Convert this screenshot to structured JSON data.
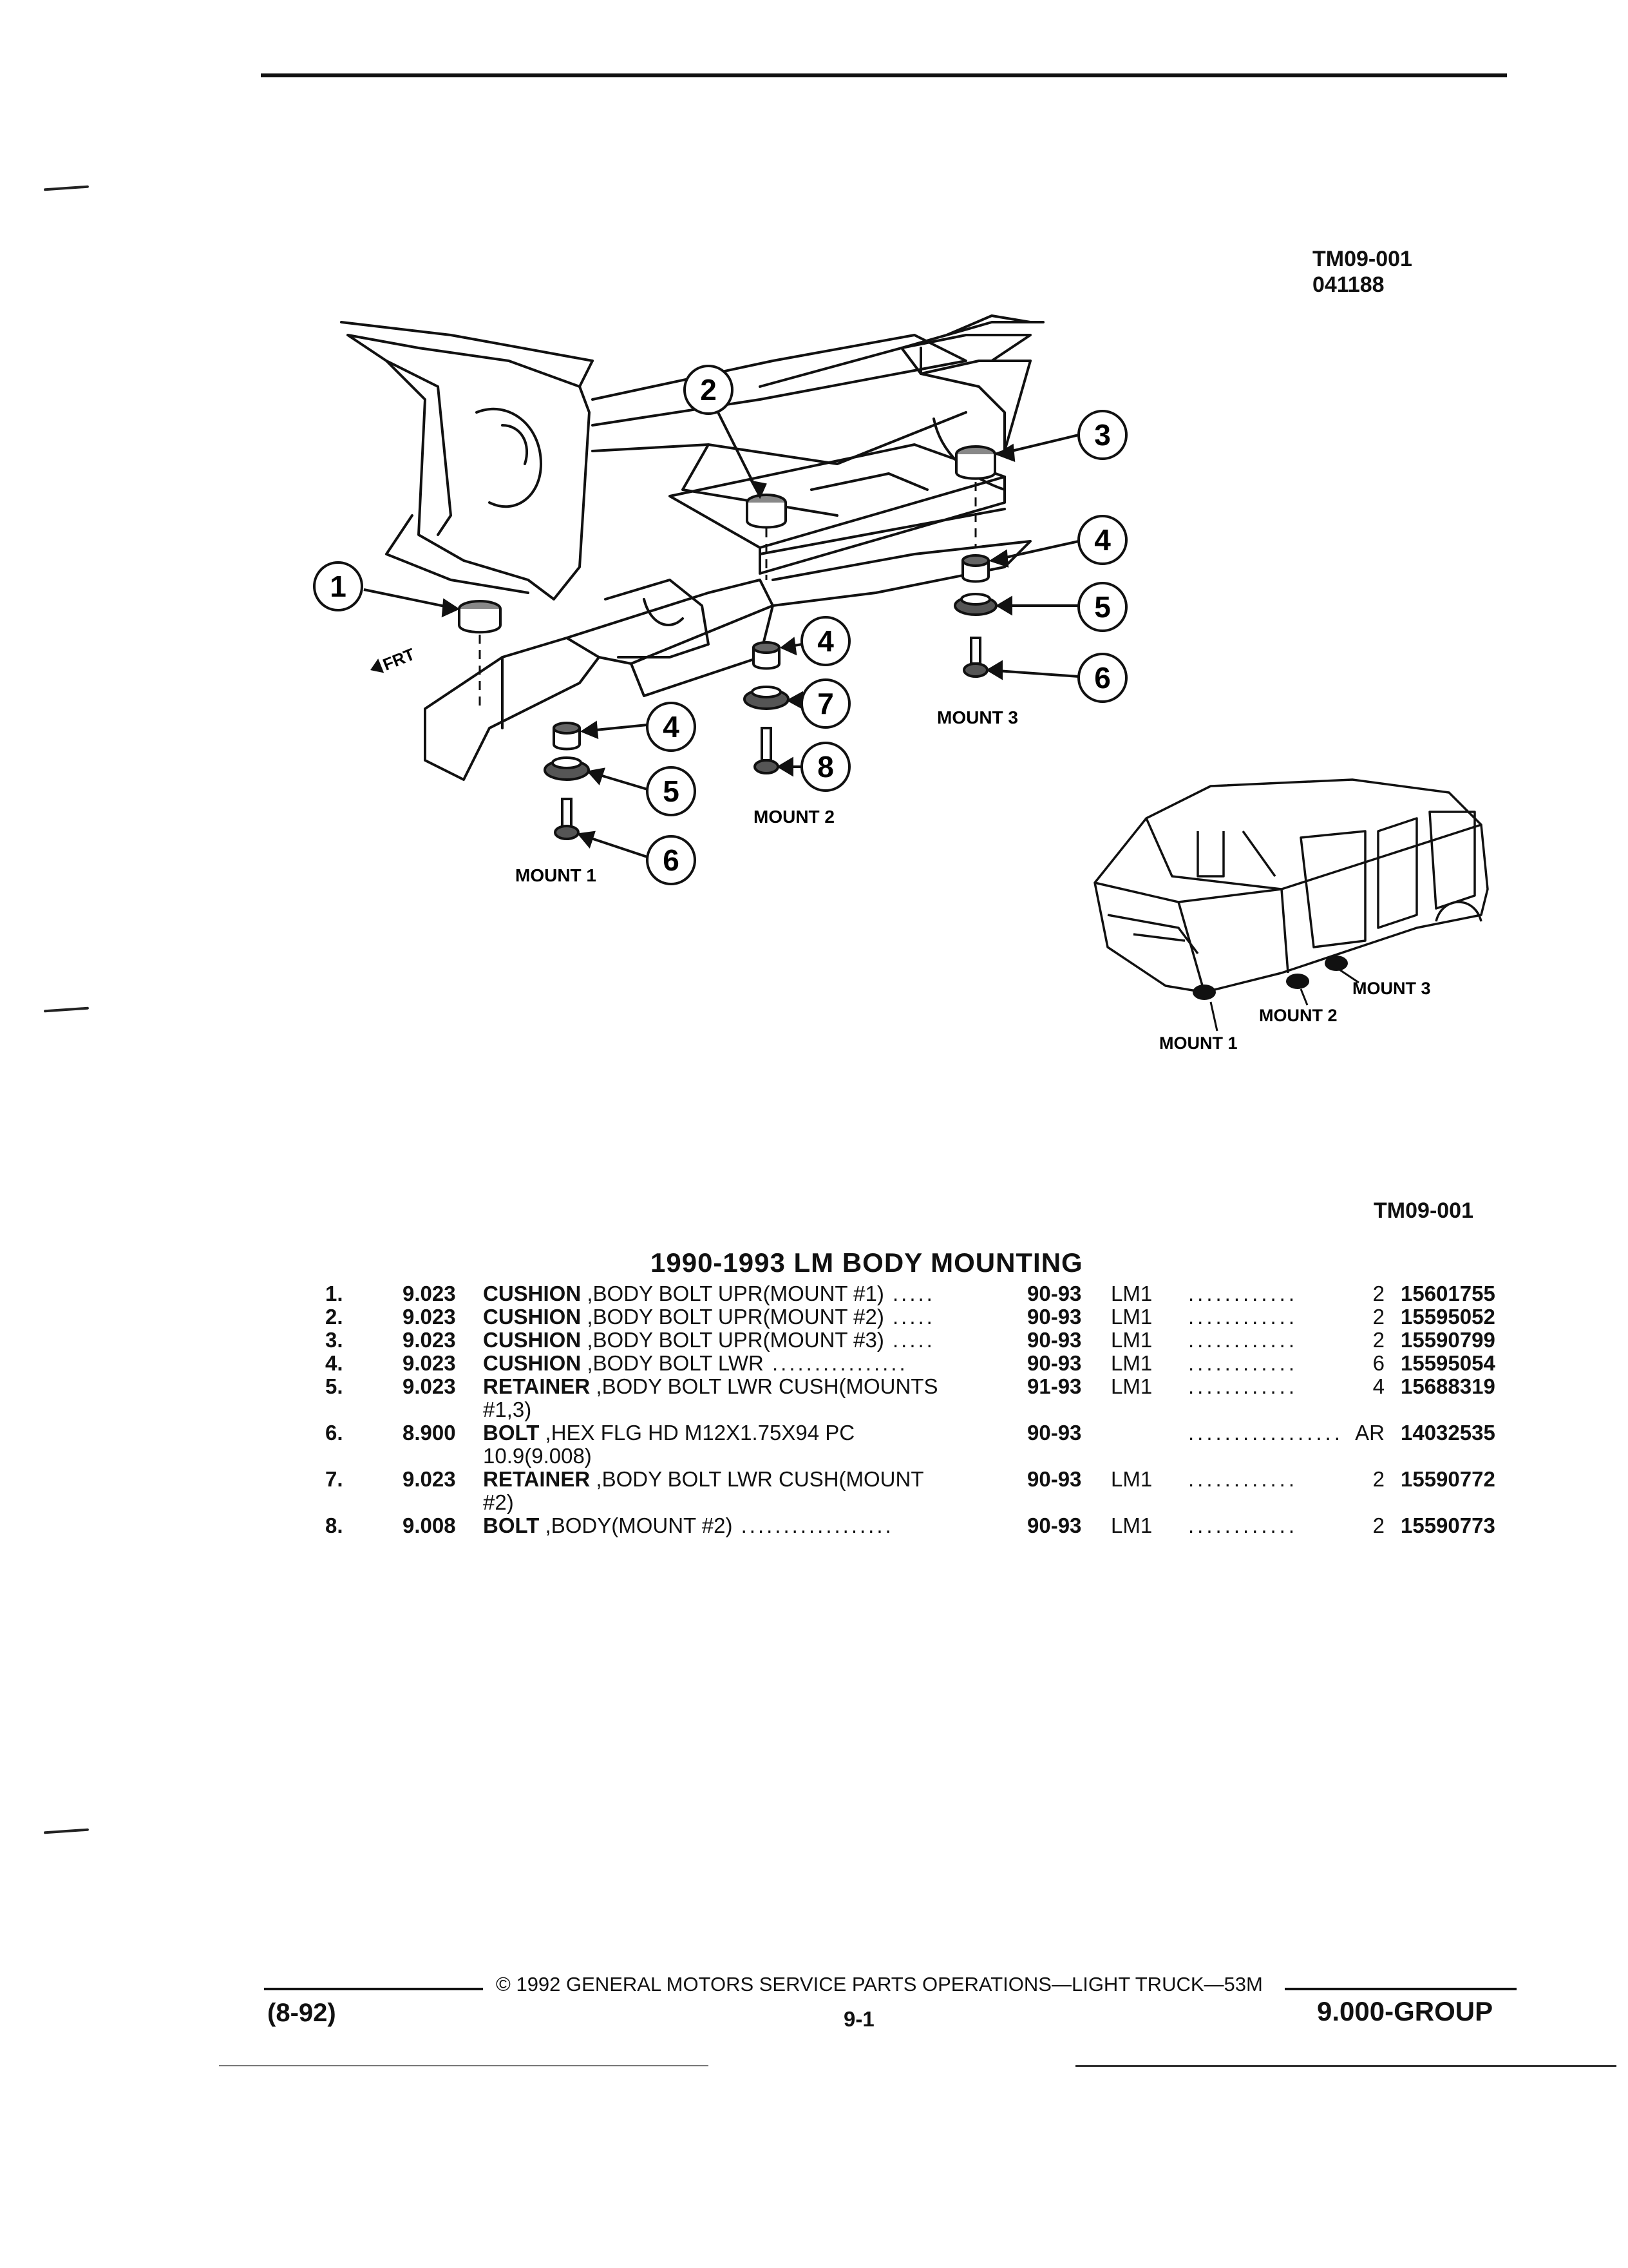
{
  "header": {
    "drawing_id": "TM09-001",
    "drawing_date": "041188",
    "drawing_id_bottom": "TM09-001"
  },
  "diagram": {
    "front_marker": "FRT",
    "mount_labels": [
      "MOUNT 1",
      "MOUNT 2",
      "MOUNT 3"
    ],
    "inset_mount_labels": [
      "MOUNT 1",
      "MOUNT 2",
      "MOUNT 3"
    ],
    "callouts": [
      "1",
      "2",
      "3",
      "4",
      "5",
      "6",
      "4",
      "7",
      "8",
      "4",
      "5",
      "6"
    ]
  },
  "section": {
    "title": "1990-1993 LM BODY MOUNTING"
  },
  "parts": [
    {
      "num": "1.",
      "code": "9.023",
      "name": "CUSHION",
      "desc": " ,BODY BOLT UPR(MOUNT #1)",
      "leader": " .....",
      "desc2": "",
      "years": "90-93",
      "model": "LM1",
      "dots": "............",
      "qty": "2",
      "part_no": "15601755"
    },
    {
      "num": "2.",
      "code": "9.023",
      "name": "CUSHION",
      "desc": " ,BODY BOLT UPR(MOUNT #2)",
      "leader": " .....",
      "desc2": "",
      "years": "90-93",
      "model": "LM1",
      "dots": "............",
      "qty": "2",
      "part_no": "15595052"
    },
    {
      "num": "3.",
      "code": "9.023",
      "name": "CUSHION",
      "desc": " ,BODY BOLT UPR(MOUNT #3)",
      "leader": " .....",
      "desc2": "",
      "years": "90-93",
      "model": "LM1",
      "dots": "............",
      "qty": "2",
      "part_no": "15590799"
    },
    {
      "num": "4.",
      "code": "9.023",
      "name": "CUSHION",
      "desc": " ,BODY BOLT LWR",
      "leader": " ................",
      "desc2": "",
      "years": "90-93",
      "model": "LM1",
      "dots": "............",
      "qty": "6",
      "part_no": "15595054"
    },
    {
      "num": "5.",
      "code": "9.023",
      "name": "RETAINER",
      "desc": " ,BODY BOLT LWR CUSH(MOUNTS",
      "leader": "",
      "desc2": "#1,3)",
      "years": "91-93",
      "model": "LM1",
      "dots": "............",
      "qty": "4",
      "part_no": "15688319"
    },
    {
      "num": "6.",
      "code": "8.900",
      "name": "BOLT",
      "desc": " ,HEX FLG HD M12X1.75X94 PC",
      "leader": "",
      "desc2": "10.9(9.008)",
      "years": "90-93",
      "model": "",
      "dots": ".................",
      "qty": "AR",
      "part_no": "14032535"
    },
    {
      "num": "7.",
      "code": "9.023",
      "name": "RETAINER",
      "desc": " ,BODY BOLT LWR CUSH(MOUNT",
      "leader": "",
      "desc2": "#2)",
      "years": "90-93",
      "model": "LM1",
      "dots": "............",
      "qty": "2",
      "part_no": "15590772"
    },
    {
      "num": "8.",
      "code": "9.008",
      "name": "BOLT",
      "desc": " ,BODY(MOUNT #2)",
      "leader": " ..................",
      "desc2": "",
      "years": "90-93",
      "model": "LM1",
      "dots": "............",
      "qty": "2",
      "part_no": "15590773"
    }
  ],
  "footer": {
    "copyright": "© 1992 GENERAL MOTORS SERVICE PARTS OPERATIONS—LIGHT TRUCK—53M",
    "page": "9-1",
    "date_code": "(8-92)",
    "group": "9.000-GROUP"
  }
}
